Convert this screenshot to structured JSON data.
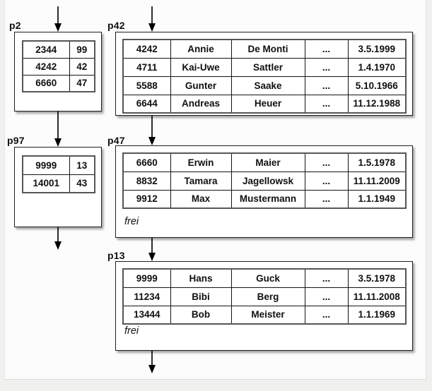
{
  "colors": {
    "page_background": "#fcfcfc",
    "margin_background": "#f0f0ee",
    "box_border": "#1f1f1f",
    "table_frame": "#565656",
    "cell_border": "#141414",
    "arrow": "#000000",
    "text": "#101010"
  },
  "icons": {
    "arrowhead": "down-triangle"
  },
  "pages": {
    "p2": {
      "label": "p2",
      "kind": "index-page",
      "rows": [
        [
          "2344",
          "99"
        ],
        [
          "4242",
          "42"
        ],
        [
          "6660",
          "47"
        ]
      ]
    },
    "p42": {
      "label": "p42",
      "kind": "data-page",
      "rows": [
        [
          "4242",
          "Annie",
          "De Monti",
          "...",
          "3.5.1999"
        ],
        [
          "4711",
          "Kai-Uwe",
          "Sattler",
          "...",
          "1.4.1970"
        ],
        [
          "5588",
          "Gunter",
          "Saake",
          "...",
          "5.10.1966"
        ],
        [
          "6644",
          "Andreas",
          "Heuer",
          "...",
          "11.12.1988"
        ]
      ]
    },
    "p97": {
      "label": "p97",
      "kind": "index-page",
      "rows": [
        [
          "9999",
          "13"
        ],
        [
          "14001",
          "43"
        ]
      ]
    },
    "p47": {
      "label": "p47",
      "kind": "data-page",
      "free_label": "frei",
      "rows": [
        [
          "6660",
          "Erwin",
          "Maier",
          "...",
          "1.5.1978"
        ],
        [
          "8832",
          "Tamara",
          "Jagellowsk",
          "...",
          "11.11.2009"
        ],
        [
          "9912",
          "Max",
          "Mustermann",
          "...",
          "1.1.1949"
        ]
      ]
    },
    "p13": {
      "label": "p13",
      "kind": "data-page",
      "free_label": "frei",
      "rows": [
        [
          "9999",
          "Hans",
          "Guck",
          "...",
          "3.5.1978"
        ],
        [
          "11234",
          "Bibi",
          "Berg",
          "...",
          "11.11.2008"
        ],
        [
          "13444",
          "Bob",
          "Meister",
          "...",
          "1.1.1969"
        ]
      ]
    }
  },
  "edges": [
    {
      "from": "offscreen-top",
      "to": "p2"
    },
    {
      "from": "offscreen-top",
      "to": "p42"
    },
    {
      "from": "p2",
      "to": "p97"
    },
    {
      "from": "p42",
      "to": "p47"
    },
    {
      "from": "p97",
      "to": "offscreen-bottom"
    },
    {
      "from": "p47",
      "to": "p13"
    },
    {
      "from": "p13",
      "to": "offscreen-bottom"
    }
  ]
}
